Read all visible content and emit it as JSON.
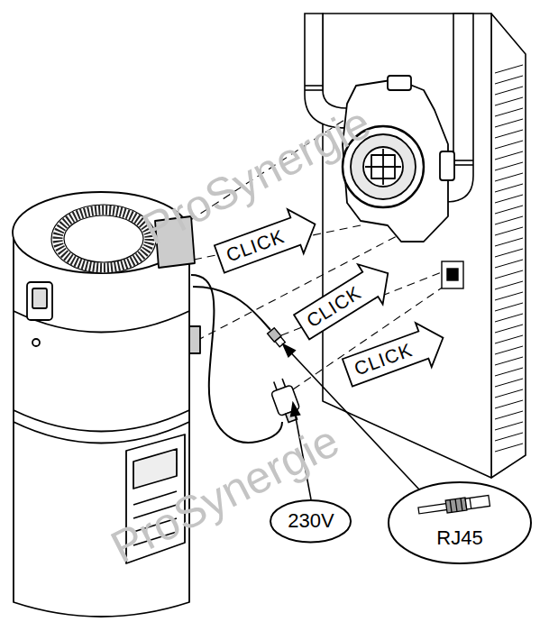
{
  "diagram": {
    "nodes": [
      {
        "text": [
          "CLICK"
        ]
      },
      {
        "text": [
          "CLICK"
        ]
      },
      {
        "text": [
          "CLICK"
        ]
      },
      {
        "text": [
          "230V"
        ]
      },
      {
        "text": [
          "RJ45"
        ]
      }
    ],
    "labels": [
      "ProSynergie",
      "ProSynergie"
    ]
  }
}
